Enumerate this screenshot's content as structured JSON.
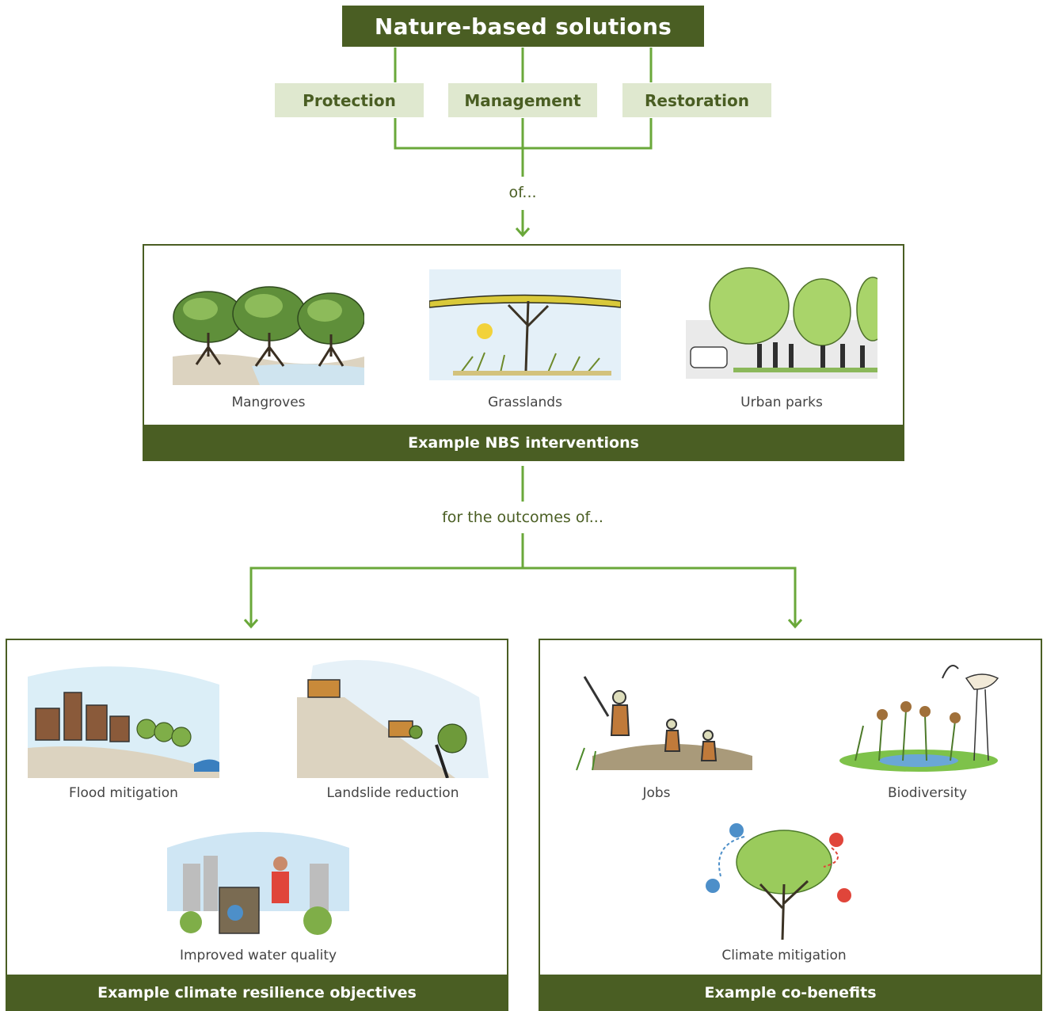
{
  "title": "Nature-based solutions",
  "approaches": [
    "Protection",
    "Management",
    "Restoration"
  ],
  "connector_1": "of...",
  "connector_2": "for the outcomes of...",
  "interventions": {
    "footer": "Example NBS interventions",
    "items": [
      "Mangroves",
      "Grasslands",
      "Urban parks"
    ]
  },
  "resilience": {
    "footer": "Example climate resilience objectives",
    "items": [
      "Flood mitigation",
      "Landslide reduction",
      "Improved water quality"
    ]
  },
  "cobenefits": {
    "footer": "Example co-benefits",
    "items": [
      "Jobs",
      "Biodiversity",
      "Climate mitigation"
    ]
  },
  "colors": {
    "dark_green": "#4a5e23",
    "line_green": "#6aa83a",
    "pill_bg": "#dfe8cf"
  }
}
